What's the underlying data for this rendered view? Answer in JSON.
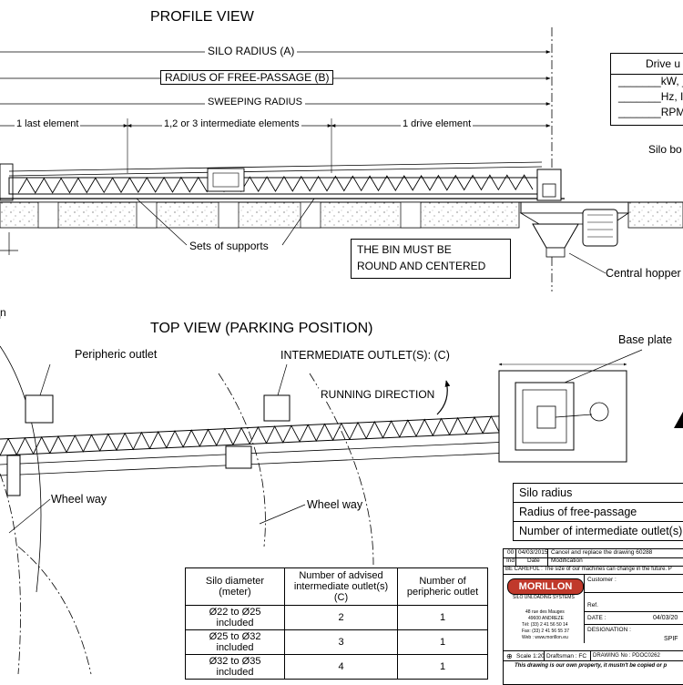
{
  "profile": {
    "title": "PROFILE VIEW",
    "silo_radius": "SILO RADIUS (A)",
    "free_passage": "RADIUS OF FREE-PASSAGE (B)",
    "sweeping": "SWEEPING RADIUS",
    "last_element": "1 last element",
    "intermediate_elements": "1,2 or 3 intermediate elements",
    "drive_element": "1 drive element",
    "sets_of_supports": "Sets of supports",
    "bin_note_line1": "THE BIN MUST BE",
    "bin_note_line2": "ROUND AND CENTERED",
    "central_hopper": "Central hopper",
    "left_cut_text": "n"
  },
  "drive_unit": {
    "title": "Drive u",
    "line1": "_______kW, _",
    "line2": "_______Hz, I",
    "line3": "_______RPM",
    "silo_bottom": "Silo bo"
  },
  "top": {
    "title": "TOP VIEW (PARKING POSITION)",
    "peripheric_outlet": "Peripheric outlet",
    "intermediate_outlets": "INTERMEDIATE OUTLET(S): (C)",
    "running_direction": "RUNNING DIRECTION",
    "base_plate": "Base plate",
    "wheel_way_left": "Wheel way",
    "wheel_way_right": "Wheel way"
  },
  "radius_table": {
    "rows": [
      "Silo radius",
      "Radius of free-passage",
      "Number of intermediate outlet(s)"
    ]
  },
  "capacity_table": {
    "headers": [
      "Silo diameter (meter)",
      "Number of advised intermediate outlet(s) (C)",
      "Number of peripheric outlet"
    ],
    "rows": [
      [
        "Ø22 to Ø25 included",
        "2",
        "1"
      ],
      [
        "Ø25 to Ø32 included",
        "3",
        "1"
      ],
      [
        "Ø32 to Ø35 included",
        "4",
        "1"
      ]
    ]
  },
  "title_block": {
    "rev_index": "00",
    "rev_date": "04/03/2015",
    "rev_text": "Cancel and replace the drawing 60288",
    "col_ind": "Ind",
    "col_date": "Date",
    "col_mod": "Modification",
    "warning": "BE CAREFUL : The size of our machines can change in the future. P",
    "company": "MORILLON",
    "company_tagline": "SILO UNLOADING SYSTEMS",
    "address1": "48 rue des Mauges",
    "address2": "49600 ANDREZE",
    "tel": "Tél: (33) 2 41 56 50 14",
    "fax": "Fax: (33) 2 41 56 55 37",
    "web": "Web : www.morillon.eu",
    "customer_label": "Customer :",
    "ref_label": "Ref.",
    "date_label": "DATE :",
    "date_value": "04/03/20",
    "designation_label": "DESIGNATION :",
    "designation_value": "SPIF",
    "scale": "Scale 1:20",
    "draftsman": "Draftsman : FC",
    "drawing_no": "DRAWING No : PDOC0262",
    "footer": "This drawing is our own property, it mustn't be copied or p"
  }
}
